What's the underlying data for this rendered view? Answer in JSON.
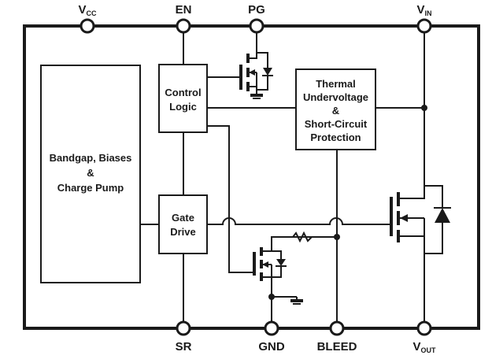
{
  "pins": {
    "vcc": {
      "base": "V",
      "sub": "CC"
    },
    "en": "EN",
    "pg": "PG",
    "vin": {
      "base": "V",
      "sub": "IN"
    },
    "sr": "SR",
    "gnd": "GND",
    "bleed": "BLEED",
    "vout": {
      "base": "V",
      "sub": "OUT"
    }
  },
  "blocks": {
    "bandgap": [
      "Bandgap, Biases",
      "&",
      "Charge Pump"
    ],
    "control_logic": [
      "Control",
      "Logic"
    ],
    "gate_drive": [
      "Gate",
      "Drive"
    ],
    "thermal": [
      "Thermal",
      "Undervoltage",
      "&",
      "Short-Circuit",
      "Protection"
    ]
  }
}
